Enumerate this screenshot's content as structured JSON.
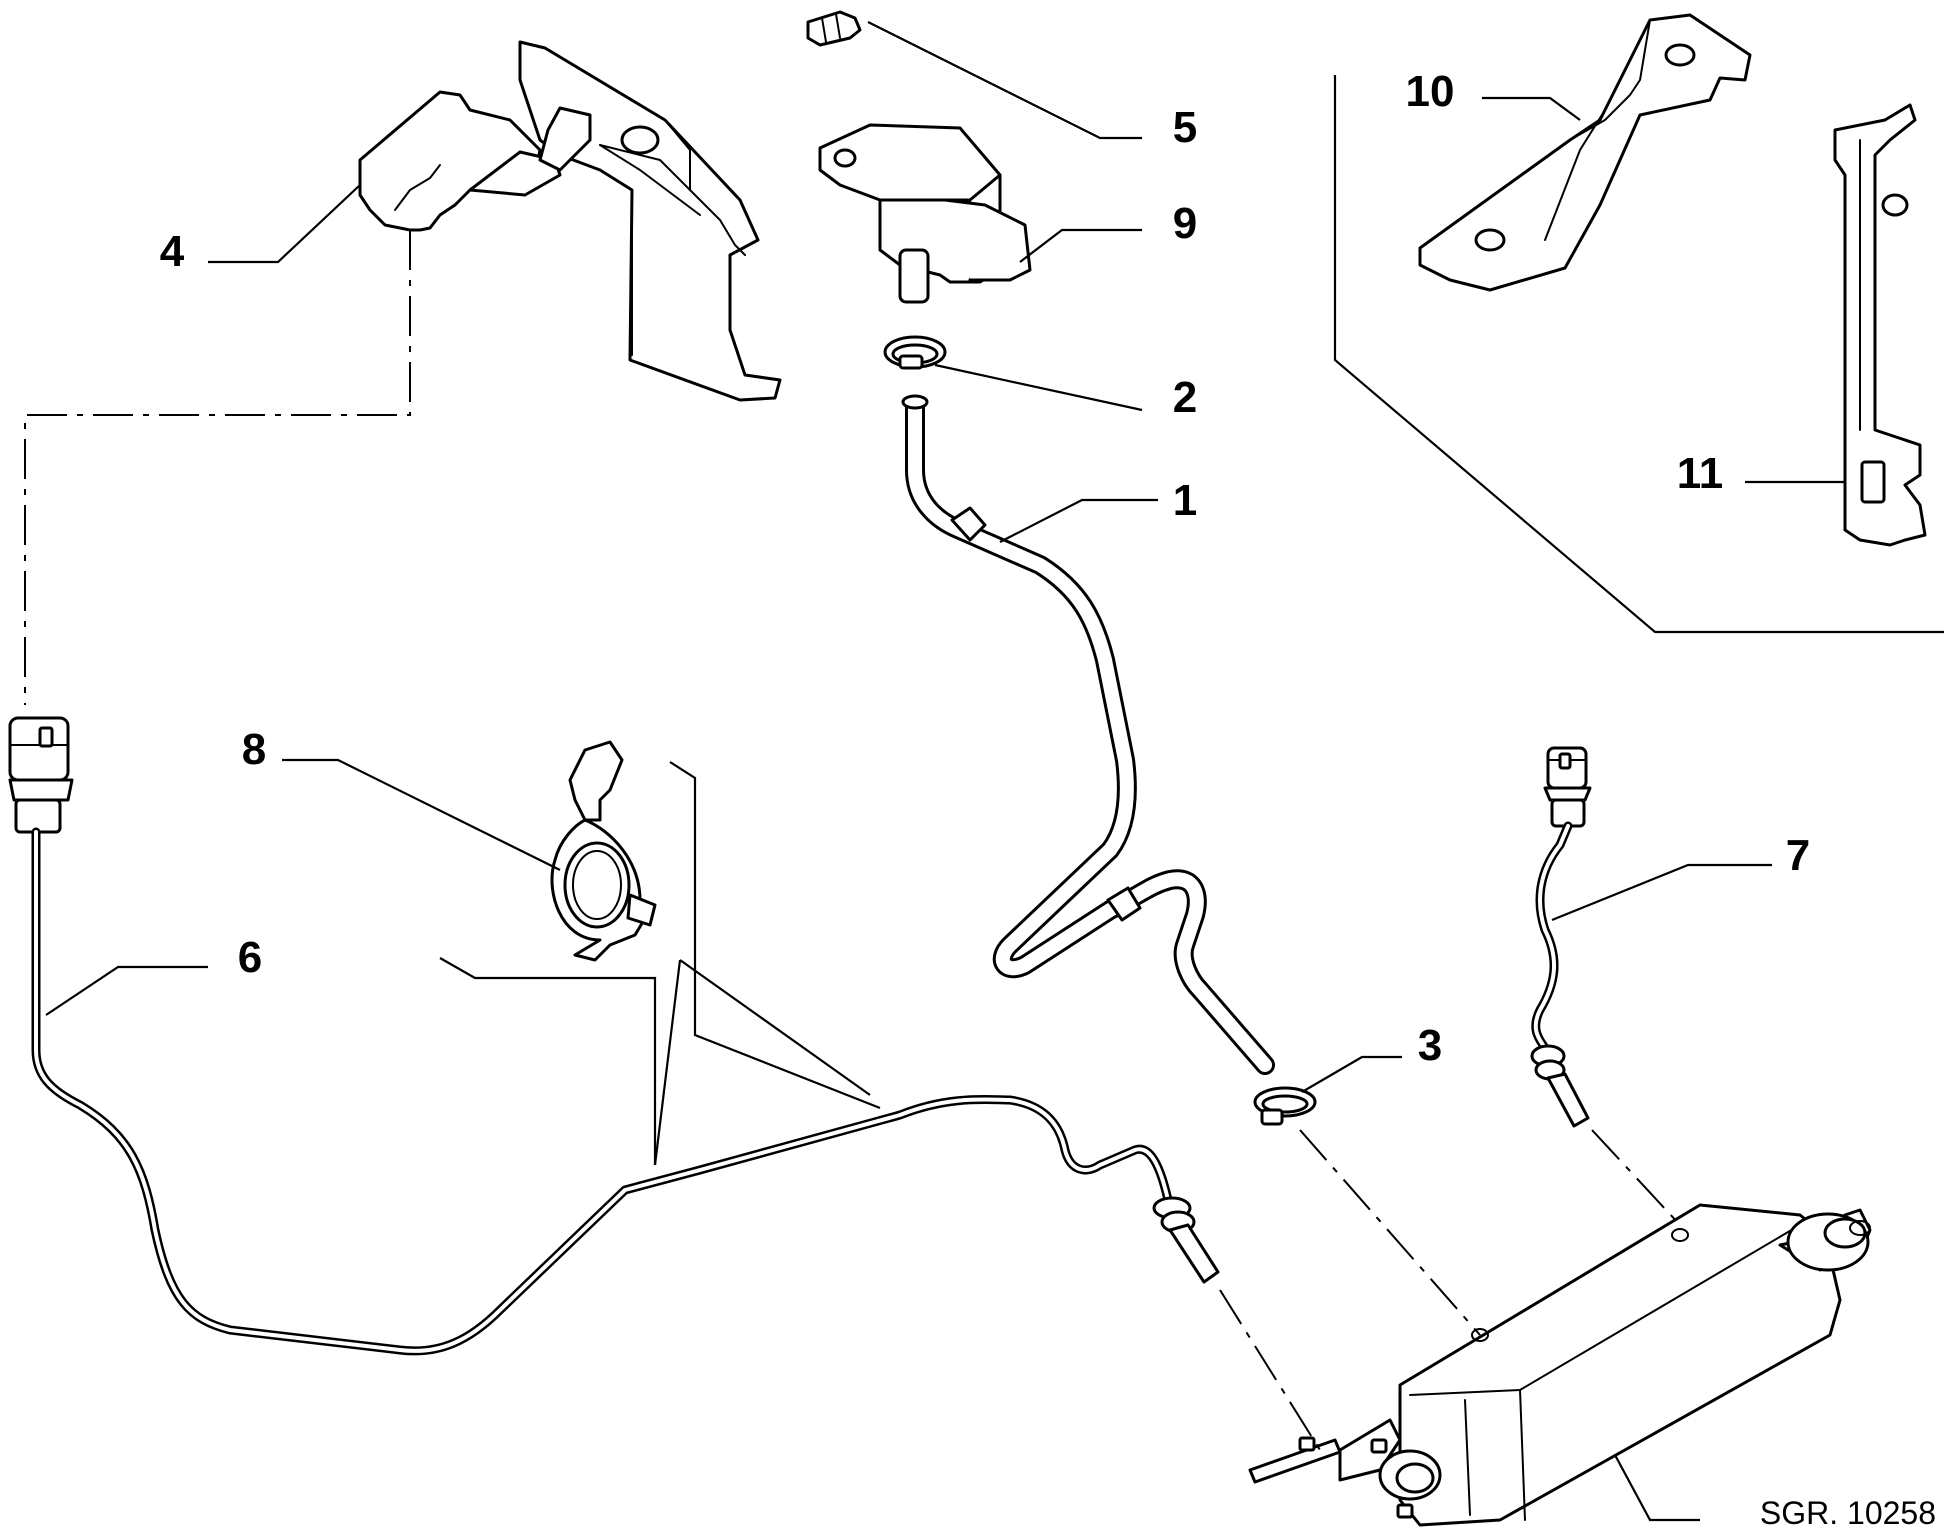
{
  "diagram": {
    "callouts": {
      "c1": "1",
      "c2": "2",
      "c3": "3",
      "c4": "4",
      "c5": "5",
      "c6": "6",
      "c7": "7",
      "c8": "8",
      "c9": "9",
      "c10": "10",
      "c11": "11"
    },
    "reference_code": "SGR. 10258"
  }
}
